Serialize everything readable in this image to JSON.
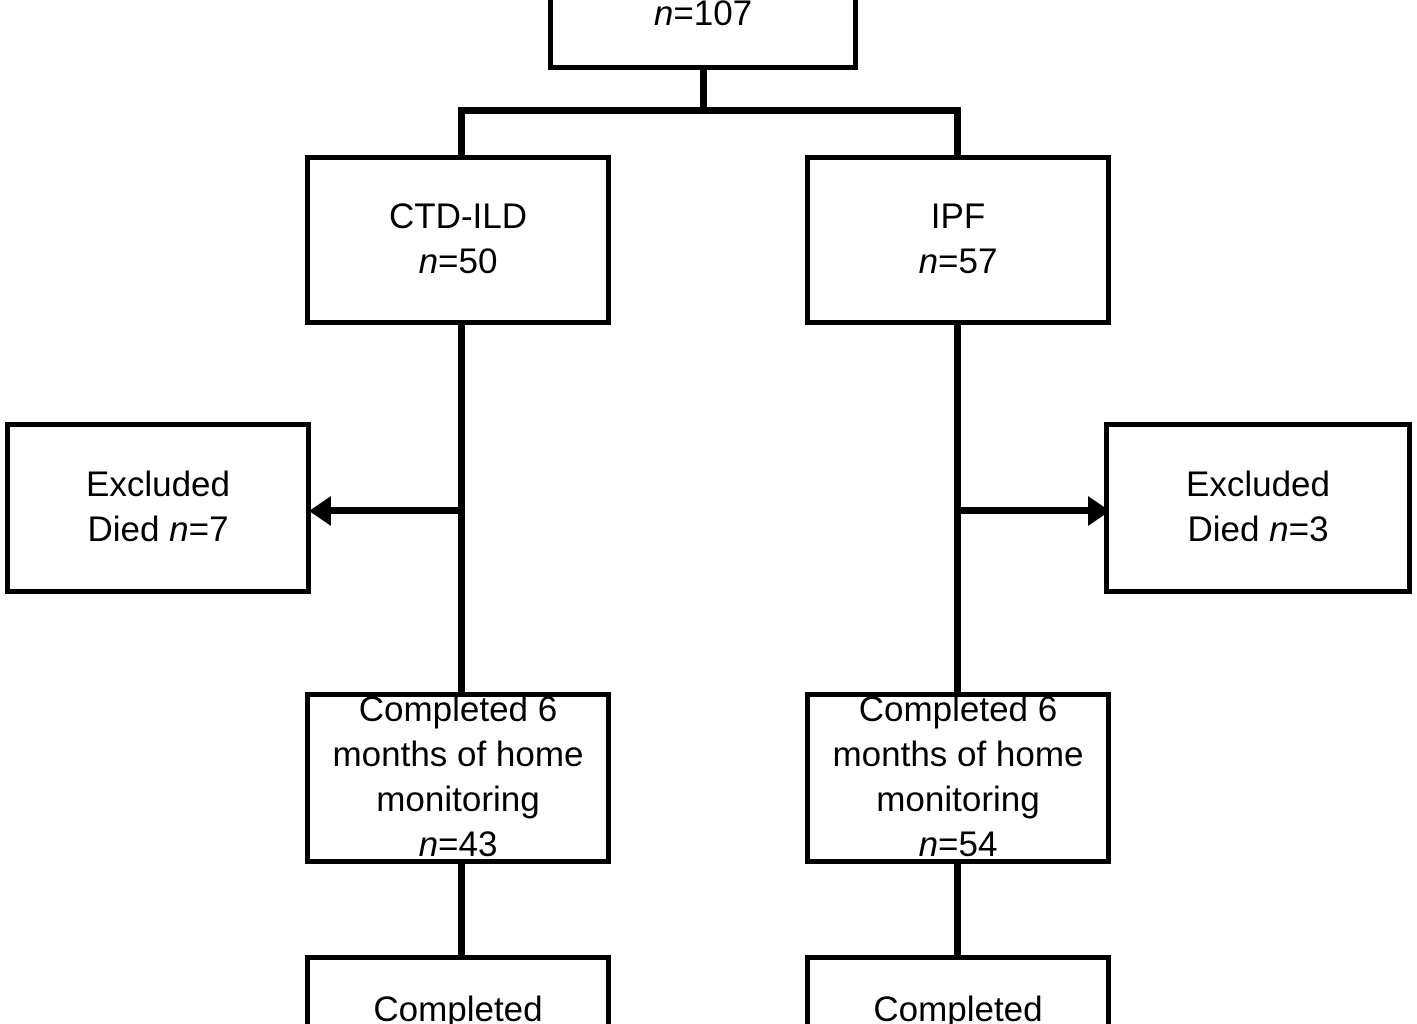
{
  "diagram": {
    "type": "flowchart",
    "title": "Study participant flow diagram",
    "nodes": {
      "root": {
        "lines": [
          {
            "text": "n",
            "italic": true,
            "suffix": "=107"
          }
        ],
        "label_plain": "n=107",
        "n_value": 107
      },
      "ctdild": {
        "lines": [
          {
            "text": "CTD-ILD",
            "italic": false,
            "suffix": ""
          },
          {
            "text": "n",
            "italic": true,
            "suffix": "=50"
          }
        ],
        "label_plain": "CTD-ILD n=50",
        "group": "CTD-ILD",
        "n_value": 50
      },
      "ipf": {
        "lines": [
          {
            "text": "IPF",
            "italic": false,
            "suffix": ""
          },
          {
            "text": "n",
            "italic": true,
            "suffix": "=57"
          }
        ],
        "label_plain": "IPF n=57",
        "group": "IPF",
        "n_value": 57
      },
      "excluded_left": {
        "lines": [
          {
            "text": "Excluded",
            "italic": false,
            "suffix": ""
          },
          {
            "text": "Died ",
            "italic": false,
            "suffix": ""
          }
        ],
        "line1": "Excluded",
        "line2_prefix": "Died ",
        "line2_italic": "n",
        "line2_suffix": "=7",
        "label_plain": "Excluded Died n=7",
        "n_value": 7
      },
      "excluded_right": {
        "line1": "Excluded",
        "line2_prefix": "Died ",
        "line2_italic": "n",
        "line2_suffix": "=3",
        "label_plain": "Excluded Died n=3",
        "n_value": 3
      },
      "home_left": {
        "line1": "Completed 6",
        "line2": "months of home",
        "line3": "monitoring",
        "line4_italic": "n",
        "line4_suffix": "=43",
        "label_plain": "Completed 6 months of home monitoring n=43",
        "n_value": 43
      },
      "home_right": {
        "line1": "Completed 6",
        "line2": "months of home",
        "line3": "monitoring",
        "line4_italic": "n",
        "line4_suffix": "=54",
        "label_plain": "Completed 6 months of home monitoring n=54",
        "n_value": 54
      },
      "completed_left": {
        "line1": "Completed",
        "label_plain": "Completed"
      },
      "completed_right": {
        "line1": "Completed",
        "label_plain": "Completed"
      }
    },
    "colors": {
      "stroke": "#000000",
      "fill": "#ffffff",
      "text": "#000000"
    }
  }
}
